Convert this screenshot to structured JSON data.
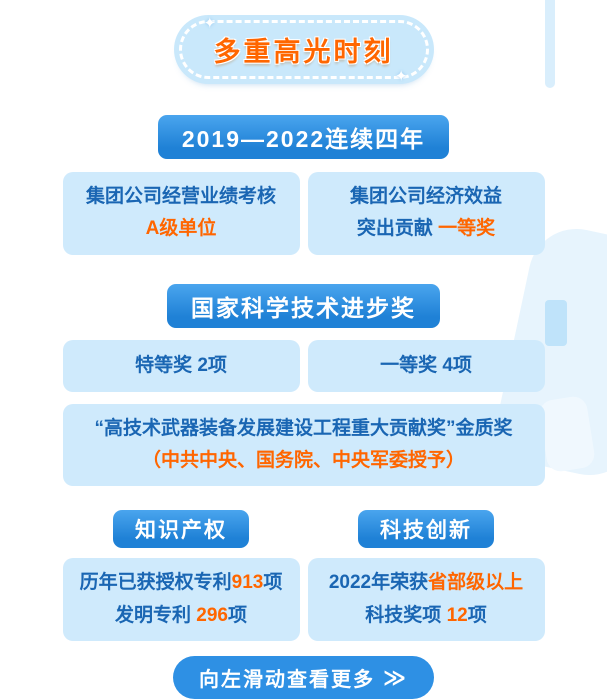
{
  "colors": {
    "accent_orange": "#ff6600",
    "banner_blue_top": "#4aa5ee",
    "banner_blue_bottom": "#1f81d6",
    "card_light_blue": "#cfeafc",
    "text_dark_blue": "#1a66b3",
    "button_blue": "#2e90e4",
    "pill_light_blue": "#c9e8fb"
  },
  "title": {
    "text": "多重高光时刻"
  },
  "section_year": {
    "banner": "2019—2022连续四年",
    "card_left": {
      "line1": "集团公司经营业绩考核",
      "line2": "A级单位"
    },
    "card_right": {
      "line1": "集团公司经济效益",
      "line2_prefix": "突出贡献 ",
      "line2_highlight": "一等奖"
    }
  },
  "section_award": {
    "banner": "国家科学技术进步奖",
    "card_left": "特等奖 2项",
    "card_right": "一等奖 4项",
    "wide_card": {
      "line1": "“高技术武器装备发展建设工程重大贡献奖”金质奖",
      "line2": "（中共中央、国务院、中央军委授予）"
    }
  },
  "section_ip": {
    "banner": "知识产权",
    "line1_prefix": "历年已获授权专利",
    "line1_highlight": "913",
    "line1_suffix": "项",
    "line2_prefix": "发明专利 ",
    "line2_highlight": "296",
    "line2_suffix": "项"
  },
  "section_tech": {
    "banner": "科技创新",
    "line1_prefix": "2022年荣获",
    "line1_highlight": "省部级以上",
    "line2_prefix": "科技奖项 ",
    "line2_highlight": "12",
    "line2_suffix": "项"
  },
  "footer": {
    "label": "向左滑动查看更多",
    "chevron": "≫"
  }
}
